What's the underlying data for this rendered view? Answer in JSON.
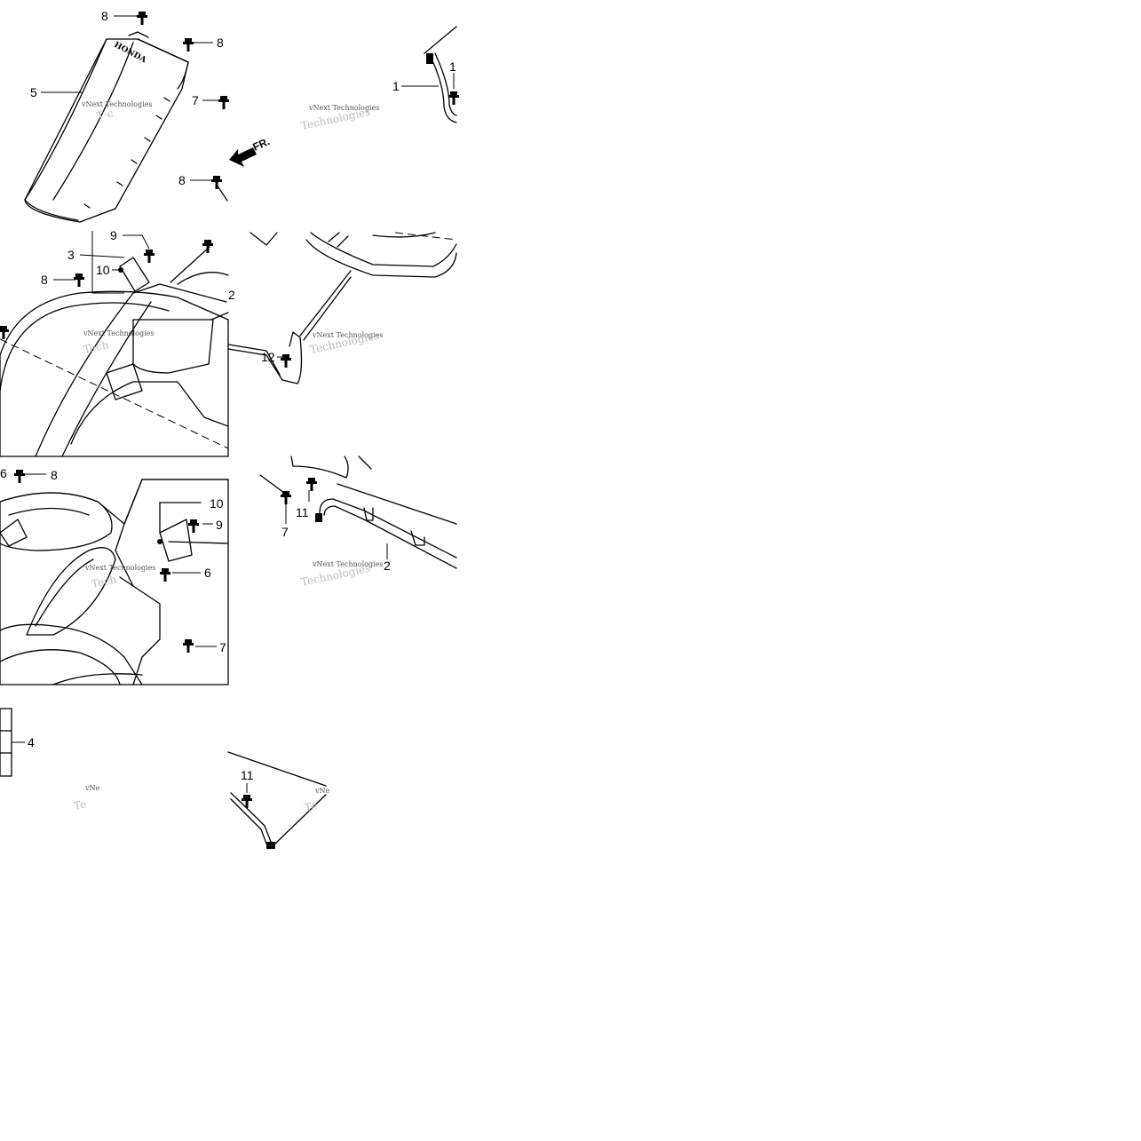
{
  "watermark": {
    "line1": "vNext Technologies"
  },
  "brand_on_fender": "HONDA",
  "direction_label": "FR.",
  "tile1_labels": [
    "8",
    "8",
    "5",
    "7",
    "8"
  ],
  "tile2_labels": [
    "1",
    "1"
  ],
  "tile3_labels": [
    "9",
    "3",
    "10",
    "8",
    "2"
  ],
  "tile4_labels": [
    "12"
  ],
  "tile5_labels": [
    "6",
    "8",
    "10",
    "9",
    "6",
    "7"
  ],
  "tile6_labels": [
    "11",
    "7",
    "2"
  ],
  "tile7_labels": [
    "4"
  ],
  "tile8_labels": [
    "11"
  ],
  "partial_watermark": "vNe"
}
